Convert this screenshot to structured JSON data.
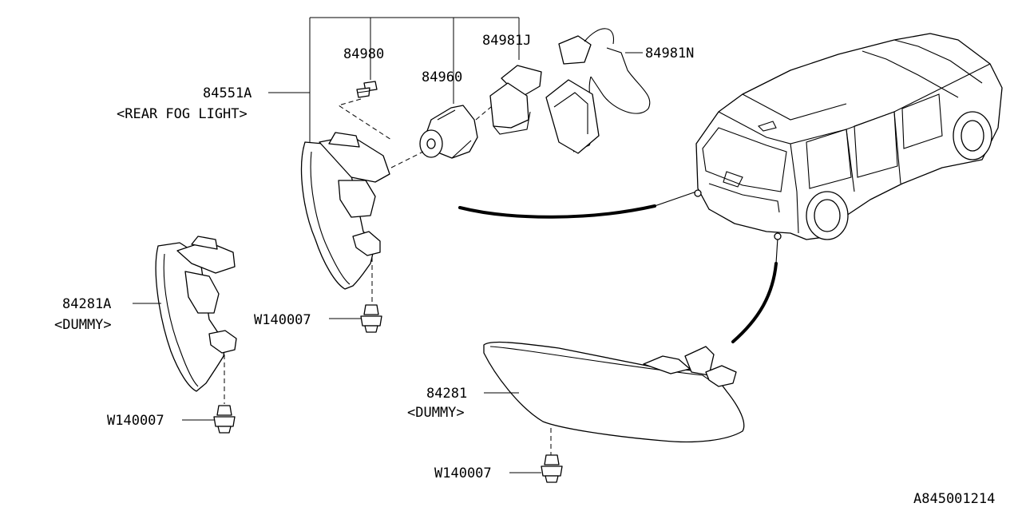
{
  "labels": {
    "part_84551A": "84551A",
    "rear_fog_light": "<REAR FOG LIGHT>",
    "part_84980": "84980",
    "part_84960": "84960",
    "part_84981J": "84981J",
    "part_84981N": "84981N",
    "part_84281A": "84281A",
    "dummy_a": "<DUMMY>",
    "bolt_1": "W140007",
    "bolt_2": "W140007",
    "part_84281": "84281",
    "dummy_b": "<DUMMY>",
    "bolt_3": "W140007",
    "diagram_id": "A845001214"
  }
}
